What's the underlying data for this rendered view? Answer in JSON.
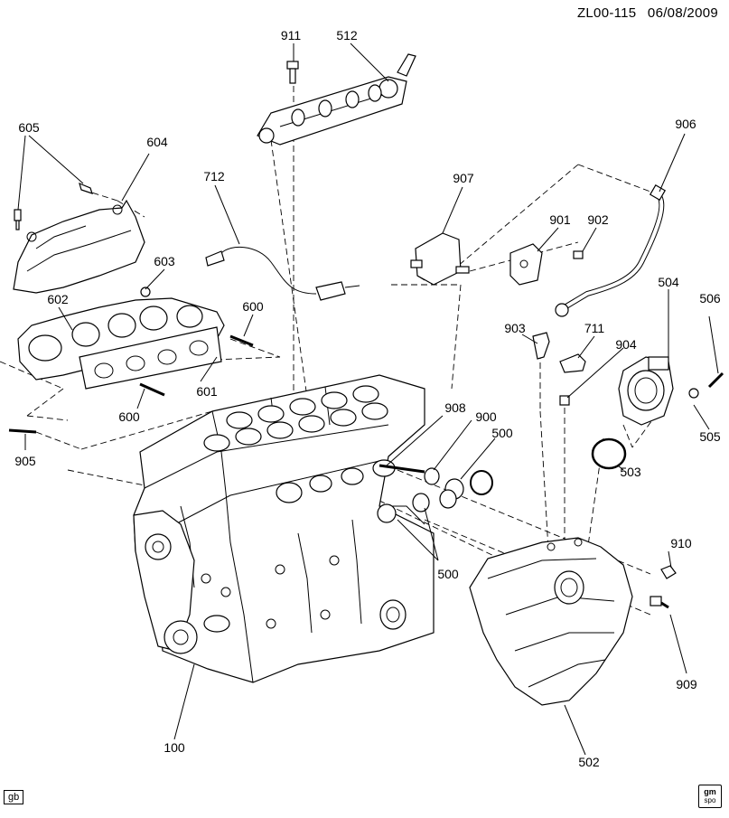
{
  "header": {
    "code": "ZL00-115",
    "date": "06/08/2009"
  },
  "footer": {
    "tag": "gb",
    "logo": "gm spo"
  },
  "callouts": [
    "911",
    "512",
    "605",
    "604",
    "712",
    "906",
    "907",
    "901",
    "902",
    "603",
    "602",
    "600",
    "504",
    "506",
    "903",
    "711",
    "904",
    "601",
    "600",
    "908",
    "900",
    "500",
    "905",
    "505",
    "503",
    "910",
    "500",
    "909",
    "100",
    "502"
  ]
}
